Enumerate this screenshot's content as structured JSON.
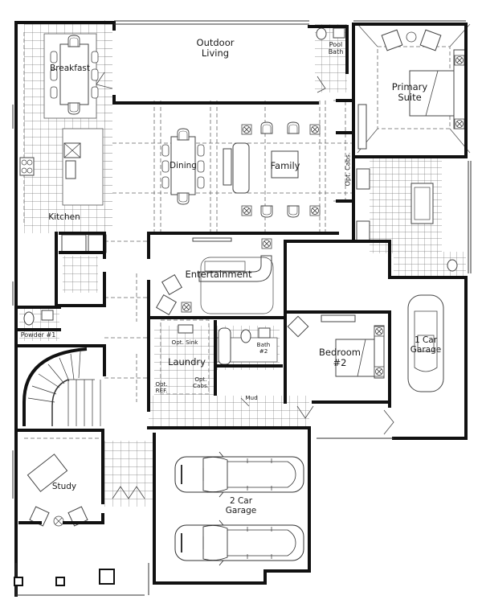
{
  "floor_plan": {
    "colors": {
      "wall": "#111111",
      "line": "#555555",
      "tile": "#777777",
      "background": "#ffffff"
    },
    "rooms": {
      "outdoor_living": "Outdoor\nLiving",
      "breakfast": "Breakfast",
      "kitchen": "Kitchen",
      "dining": "Dining",
      "family": "Family",
      "opt_cabs_family": "Opt. Cabs.",
      "pool_bath": "Pool\nBath",
      "primary_suite": "Primary\nSuite",
      "entertainment": "Entertainment",
      "powder": "Powder #1",
      "laundry": "Laundry",
      "opt_sink": "Opt. Sink",
      "opt_ref": "Opt.\nREF.",
      "opt_cabs_laundry": "Opt.\nCabs.",
      "bath2": "Bath\n#2",
      "bedroom2": "Bedroom\n#2",
      "mud": "Mud",
      "garage1": "1 Car\nGarage",
      "study": "Study",
      "garage2": "2 Car\nGarage"
    }
  }
}
